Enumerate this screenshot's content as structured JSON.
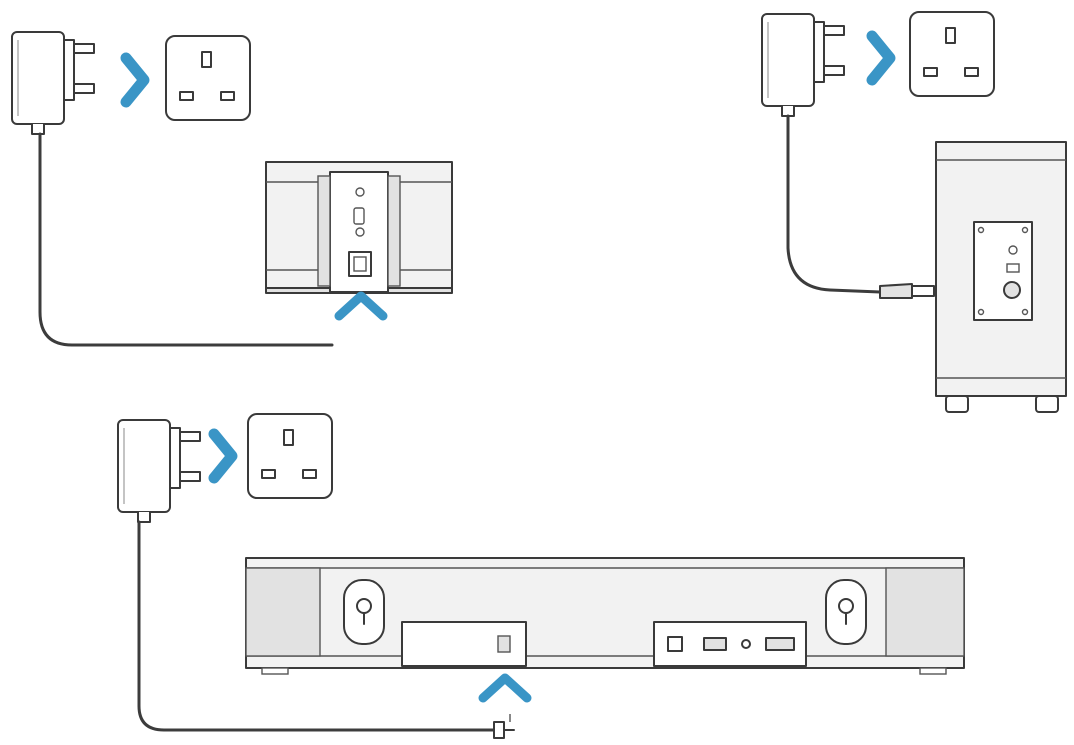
{
  "colors": {
    "accent_arrow": "#3a95c6",
    "line": "#3a3a3a",
    "device_fill": "#f2f2f2"
  },
  "steps": [
    {
      "id": "speaker",
      "adapter": "uk-plug-adapter",
      "socket": "uk-wall-socket",
      "indicator": "chevron-up-icon"
    },
    {
      "id": "subwoofer",
      "adapter": "uk-plug-adapter",
      "socket": "uk-wall-socket",
      "indicator": "dc-barrel-connector"
    },
    {
      "id": "soundbar",
      "adapter": "uk-plug-adapter",
      "socket": "uk-wall-socket",
      "indicator": "chevron-up-icon"
    }
  ]
}
